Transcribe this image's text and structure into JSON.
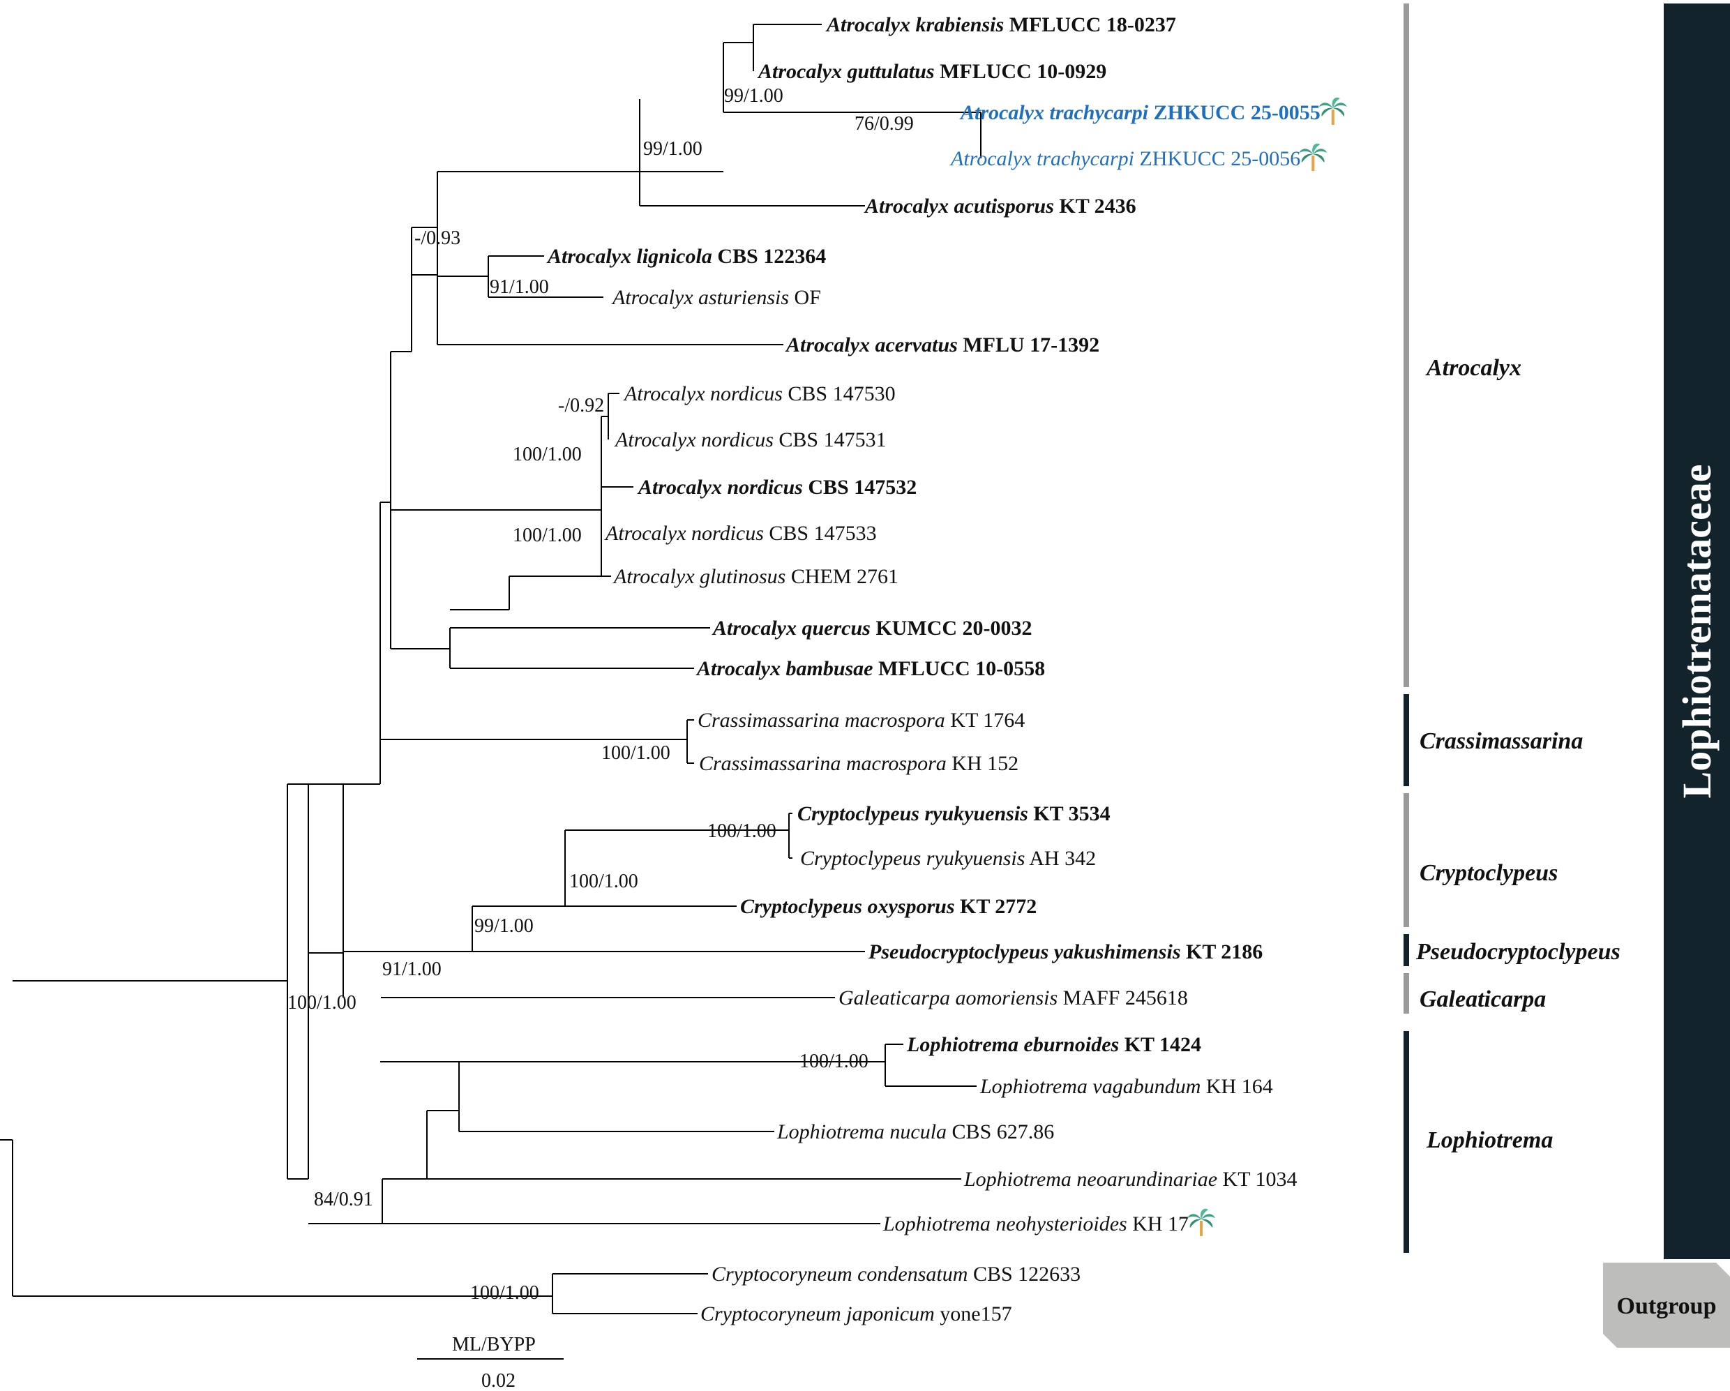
{
  "taxa": [
    {
      "genus": "Atrocalyx",
      "species": "krabiensis",
      "strain": "MFLUCC 18-0237",
      "bold": true,
      "blue": false,
      "palm": false
    },
    {
      "genus": "Atrocalyx",
      "species": "guttulatus",
      "strain": "MFLUCC 10-0929",
      "bold": true,
      "blue": false,
      "palm": false
    },
    {
      "genus": "Atrocalyx",
      "species": "trachycarpi",
      "strain": "ZHKUCC 25-0055",
      "bold": true,
      "blue": true,
      "palm": true
    },
    {
      "genus": "Atrocalyx",
      "species": "trachycarpi",
      "strain": "ZHKUCC 25-0056",
      "bold": false,
      "blue": true,
      "palm": true
    },
    {
      "genus": "Atrocalyx",
      "species": "acutisporus",
      "strain": "KT 2436",
      "bold": true,
      "blue": false,
      "palm": false
    },
    {
      "genus": "Atrocalyx",
      "species": "lignicola",
      "strain": "CBS 122364",
      "bold": true,
      "blue": false,
      "palm": false
    },
    {
      "genus": "Atrocalyx",
      "species": "asturiensis",
      "strain": "OF",
      "bold": false,
      "blue": false,
      "palm": false
    },
    {
      "genus": "Atrocalyx",
      "species": "acervatus",
      "strain": "MFLU 17-1392",
      "bold": true,
      "blue": false,
      "palm": false
    },
    {
      "genus": "Atrocalyx",
      "species": "nordicus",
      "strain": "CBS 147530",
      "bold": false,
      "blue": false,
      "palm": false
    },
    {
      "genus": "Atrocalyx",
      "species": "nordicus",
      "strain": "CBS 147531",
      "bold": false,
      "blue": false,
      "palm": false
    },
    {
      "genus": "Atrocalyx",
      "species": "nordicus",
      "strain": "CBS 147532",
      "bold": true,
      "blue": false,
      "palm": false
    },
    {
      "genus": "Atrocalyx",
      "species": "nordicus",
      "strain": "CBS 147533",
      "bold": false,
      "blue": false,
      "palm": false
    },
    {
      "genus": "Atrocalyx",
      "species": "glutinosus",
      "strain": "CHEM 2761",
      "bold": false,
      "blue": false,
      "palm": false
    },
    {
      "genus": "Atrocalyx",
      "species": "quercus",
      "strain": "KUMCC 20-0032",
      "bold": true,
      "blue": false,
      "palm": false
    },
    {
      "genus": "Atrocalyx",
      "species": "bambusae",
      "strain": "MFLUCC 10-0558",
      "bold": true,
      "blue": false,
      "palm": false
    },
    {
      "genus": "Crassimassarina",
      "species": "macrospora",
      "strain": "KT 1764",
      "bold": false,
      "blue": false,
      "palm": false
    },
    {
      "genus": "Crassimassarina",
      "species": "macrospora",
      "strain": "KH 152",
      "bold": false,
      "blue": false,
      "palm": false
    },
    {
      "genus": "Cryptoclypeus",
      "species": "ryukyuensis",
      "strain": "KT 3534",
      "bold": true,
      "blue": false,
      "palm": false
    },
    {
      "genus": "Cryptoclypeus",
      "species": "ryukyuensis",
      "strain": "AH 342",
      "bold": false,
      "blue": false,
      "palm": false
    },
    {
      "genus": "Cryptoclypeus",
      "species": "oxysporus",
      "strain": "KT 2772",
      "bold": true,
      "blue": false,
      "palm": false
    },
    {
      "genus": "Pseudocryptoclypeus",
      "species": "yakushimensis",
      "strain": "KT 2186",
      "bold": true,
      "blue": false,
      "palm": false
    },
    {
      "genus": "Galeaticarpa",
      "species": "aomoriensis",
      "strain": "MAFF 245618",
      "bold": false,
      "blue": false,
      "palm": false
    },
    {
      "genus": "Lophiotrema",
      "species": "eburnoides",
      "strain": "KT 1424",
      "bold": true,
      "blue": false,
      "palm": false
    },
    {
      "genus": "Lophiotrema",
      "species": "vagabundum",
      "strain": "KH 164",
      "bold": false,
      "blue": false,
      "palm": false
    },
    {
      "genus": "Lophiotrema",
      "species": "nucula",
      "strain": "CBS 627.86",
      "bold": false,
      "blue": false,
      "palm": false
    },
    {
      "genus": "Lophiotrema",
      "species": "neoarundinariae",
      "strain": "KT 1034",
      "bold": false,
      "blue": false,
      "palm": false
    },
    {
      "genus": "Lophiotrema",
      "species": "neohysterioides",
      "strain": "KH 17",
      "bold": false,
      "blue": false,
      "palm": true
    },
    {
      "genus": "Cryptocoryneum",
      "species": "condensatum",
      "strain": "CBS 122633",
      "bold": false,
      "blue": false,
      "palm": false
    },
    {
      "genus": "Cryptocoryneum",
      "species": "japonicum",
      "strain": "yone157",
      "bold": false,
      "blue": false,
      "palm": false
    }
  ],
  "support_values": [
    "99/1.00",
    "76/0.99",
    "99/1.00",
    "-/0.93",
    "91/1.00",
    "-/0.92",
    "100/1.00",
    "100/1.00",
    "100/1.00",
    "100/1.00",
    "100/1.00",
    "99/1.00",
    "91/1.00",
    "100/1.00",
    "100/1.00",
    "84/0.91",
    "100/1.00"
  ],
  "clades": [
    "Atrocalyx",
    "Crassimassarina",
    "Cryptoclypeus",
    "Pseudocryptoclypeus",
    "Galeaticarpa",
    "Lophiotrema"
  ],
  "family": "Lophiotremataceae",
  "outgroup": "Outgroup",
  "scale": {
    "label": "ML/BYPP",
    "value": "0.02"
  },
  "colors": {
    "highlight": "#1f6fbf",
    "family_bar": "#13232b",
    "clade_bar_grey": "#9a9a9a",
    "clade_bar_dark": "#13232b",
    "outgroup_box": "#bdbdbb"
  },
  "icons": {
    "palm": "palm-tree-icon"
  }
}
